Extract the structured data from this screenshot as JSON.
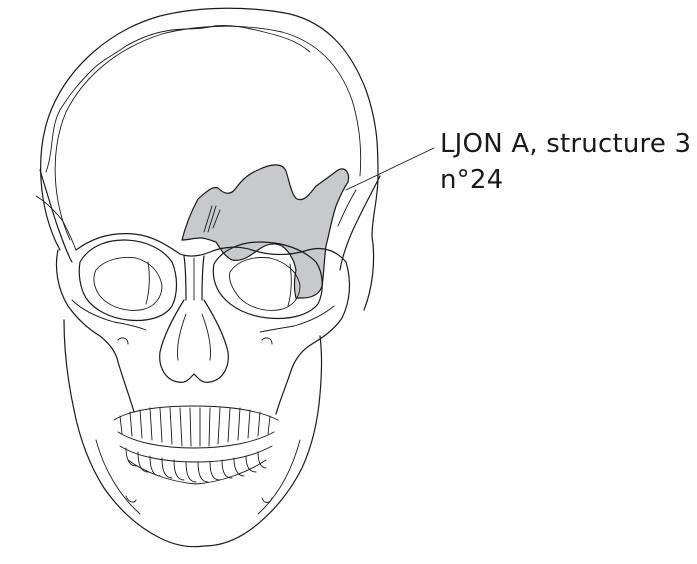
{
  "annotation": {
    "line1": "LJON A, structure 3",
    "line2": "n°24"
  },
  "colors": {
    "outline": "#1a1a1a",
    "highlight_fill": "#c8c9cd",
    "background": "#ffffff"
  },
  "figure": {
    "subject": "skull-anterior-view",
    "highlighted_region": "left-frontal-orbital-fragment"
  }
}
